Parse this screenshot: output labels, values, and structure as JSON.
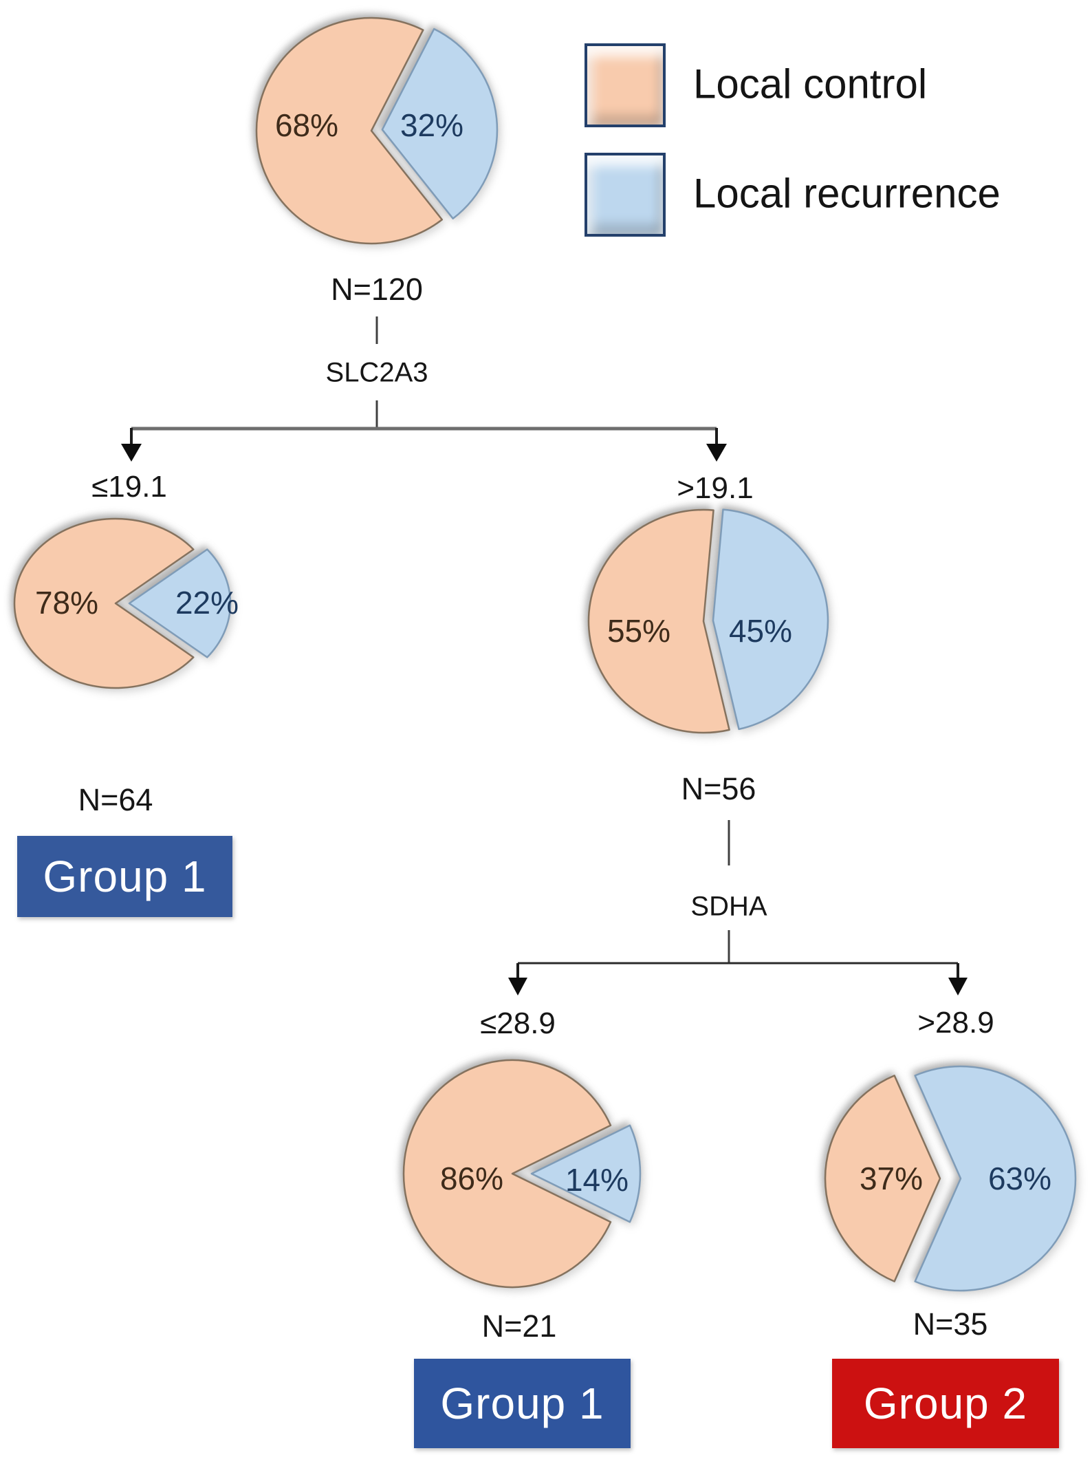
{
  "palette": {
    "local_control_fill": "#F8CBAD",
    "local_control_stroke": "#85725E",
    "local_control_text": "#3E2B1A",
    "local_recurrence_fill": "#BDD7EE",
    "local_recurrence_stroke": "#7F9CB8",
    "local_recurrence_text": "#1D3A5F",
    "group1_blue": "#35599C",
    "group2_red": "#CC1111"
  },
  "legend": {
    "items": [
      {
        "label": "Local control",
        "color": "#F8CBAD"
      },
      {
        "label": "Local recurrence",
        "color": "#BDD7EE"
      }
    ]
  },
  "tree": {
    "splits": [
      {
        "gene": "SLC2A3",
        "left": "≤19.1",
        "right": ">19.1"
      },
      {
        "gene": "SDHA",
        "left": "≤28.9",
        "right": ">28.9"
      }
    ]
  },
  "chart_data": [
    {
      "type": "pie",
      "node": "root",
      "n_label": "N=120",
      "series": [
        {
          "name": "Local control",
          "pct": 68
        },
        {
          "name": "Local recurrence",
          "pct": 32
        }
      ],
      "layout_hints": {
        "recurrence_start_deg": -52,
        "exploded": "recurrence"
      }
    },
    {
      "type": "pie",
      "node": "SLC2A3-low",
      "n_label": "N=64",
      "series": [
        {
          "name": "Local control",
          "pct": 78
        },
        {
          "name": "Local recurrence",
          "pct": 22
        }
      ],
      "layout_hints": {
        "recurrence_start_deg": -39.6,
        "exploded": "recurrence"
      }
    },
    {
      "type": "pie",
      "node": "SLC2A3-high",
      "n_label": "N=56",
      "series": [
        {
          "name": "Local control",
          "pct": 55
        },
        {
          "name": "Local recurrence",
          "pct": 45
        }
      ],
      "layout_hints": {
        "recurrence_start_deg": -77,
        "exploded": "recurrence"
      }
    },
    {
      "type": "pie",
      "node": "SDHA-low",
      "n_label": "N=21",
      "series": [
        {
          "name": "Local control",
          "pct": 86
        },
        {
          "name": "Local recurrence",
          "pct": 14
        }
      ],
      "layout_hints": {
        "recurrence_start_deg": -25.2,
        "exploded": "recurrence"
      }
    },
    {
      "type": "pie",
      "node": "SDHA-high",
      "n_label": "N=35",
      "series": [
        {
          "name": "Local control",
          "pct": 37
        },
        {
          "name": "Local recurrence",
          "pct": 63
        }
      ],
      "layout_hints": {
        "recurrence_start_deg": -113.4,
        "exploded": "control"
      }
    }
  ],
  "group_boxes": [
    {
      "label": "Group 1",
      "color": "#35599C"
    },
    {
      "label": "Group 1",
      "color": "#2F559E"
    },
    {
      "label": "Group 2",
      "color": "#CC1111"
    }
  ]
}
